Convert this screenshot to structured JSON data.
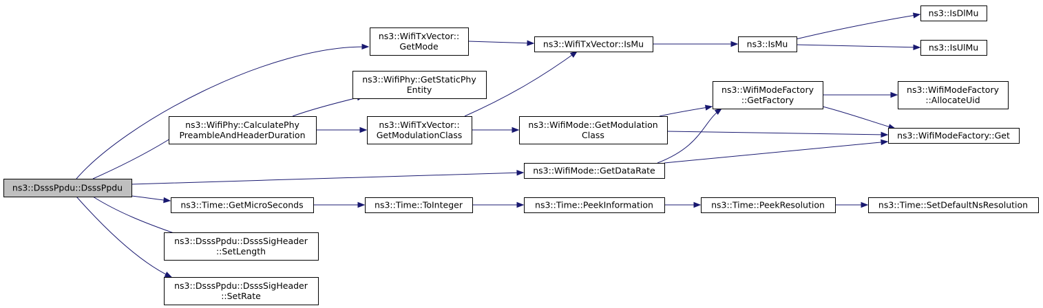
{
  "graph": {
    "colors": {
      "edge": "#191970",
      "root_fill": "#bfbfbf",
      "node_fill": "#ffffff",
      "node_stroke": "#000000"
    },
    "nodes": [
      {
        "id": "root",
        "lines": [
          "ns3::DsssPpdu::DsssPpdu"
        ],
        "root": true
      },
      {
        "id": "getmode",
        "lines": [
          "ns3::WifiTxVector::",
          "GetMode"
        ]
      },
      {
        "id": "calcphy",
        "lines": [
          "ns3::WifiPhy::CalculatePhy",
          "PreambleAndHeaderDuration"
        ]
      },
      {
        "id": "getstatic",
        "lines": [
          "ns3::WifiPhy::GetStaticPhy",
          "Entity"
        ]
      },
      {
        "id": "getmodclass",
        "lines": [
          "ns3::WifiTxVector::",
          "GetModulationClass"
        ]
      },
      {
        "id": "txismu",
        "lines": [
          "ns3::WifiTxVector::IsMu"
        ]
      },
      {
        "id": "ismu",
        "lines": [
          "ns3::IsMu"
        ]
      },
      {
        "id": "isdlmu",
        "lines": [
          "ns3::IsDlMu"
        ]
      },
      {
        "id": "isulmu",
        "lines": [
          "ns3::IsUlMu"
        ]
      },
      {
        "id": "modeGetModClass",
        "lines": [
          "ns3::WifiMode::GetModulation",
          "Class"
        ]
      },
      {
        "id": "getfactory",
        "lines": [
          "ns3::WifiModeFactory",
          "::GetFactory"
        ]
      },
      {
        "id": "allocuid",
        "lines": [
          "ns3::WifiModeFactory",
          "::AllocateUid"
        ]
      },
      {
        "id": "factoryget",
        "lines": [
          "ns3::WifiModeFactory::Get"
        ]
      },
      {
        "id": "getdatarate",
        "lines": [
          "ns3::WifiMode::GetDataRate"
        ]
      },
      {
        "id": "getmicro",
        "lines": [
          "ns3::Time::GetMicroSeconds"
        ]
      },
      {
        "id": "tointeger",
        "lines": [
          "ns3::Time::ToInteger"
        ]
      },
      {
        "id": "peekinfo",
        "lines": [
          "ns3::Time::PeekInformation"
        ]
      },
      {
        "id": "peekres",
        "lines": [
          "ns3::Time::PeekResolution"
        ]
      },
      {
        "id": "setdefault",
        "lines": [
          "ns3::Time::SetDefaultNsResolution"
        ]
      },
      {
        "id": "setlength",
        "lines": [
          "ns3::DsssPpdu::DsssSigHeader",
          "::SetLength"
        ]
      },
      {
        "id": "setrate",
        "lines": [
          "ns3::DsssPpdu::DsssSigHeader",
          "::SetRate"
        ]
      }
    ],
    "edges": [
      {
        "from": "root",
        "to": "getmode"
      },
      {
        "from": "root",
        "to": "calcphy"
      },
      {
        "from": "root",
        "to": "getdatarate"
      },
      {
        "from": "root",
        "to": "getmicro"
      },
      {
        "from": "root",
        "to": "setlength"
      },
      {
        "from": "root",
        "to": "setrate"
      },
      {
        "from": "getmode",
        "to": "txismu"
      },
      {
        "from": "txismu",
        "to": "ismu"
      },
      {
        "from": "ismu",
        "to": "isdlmu"
      },
      {
        "from": "ismu",
        "to": "isulmu"
      },
      {
        "from": "calcphy",
        "to": "getstatic"
      },
      {
        "from": "calcphy",
        "to": "getmodclass"
      },
      {
        "from": "getmodclass",
        "to": "txismu"
      },
      {
        "from": "getmodclass",
        "to": "modeGetModClass"
      },
      {
        "from": "modeGetModClass",
        "to": "getfactory"
      },
      {
        "from": "modeGetModClass",
        "to": "factoryget"
      },
      {
        "from": "getfactory",
        "to": "allocuid"
      },
      {
        "from": "getfactory",
        "to": "factoryget"
      },
      {
        "from": "getdatarate",
        "to": "getfactory"
      },
      {
        "from": "getdatarate",
        "to": "factoryget"
      },
      {
        "from": "getmicro",
        "to": "tointeger"
      },
      {
        "from": "tointeger",
        "to": "peekinfo"
      },
      {
        "from": "peekinfo",
        "to": "peekres"
      },
      {
        "from": "peekres",
        "to": "setdefault"
      }
    ]
  }
}
